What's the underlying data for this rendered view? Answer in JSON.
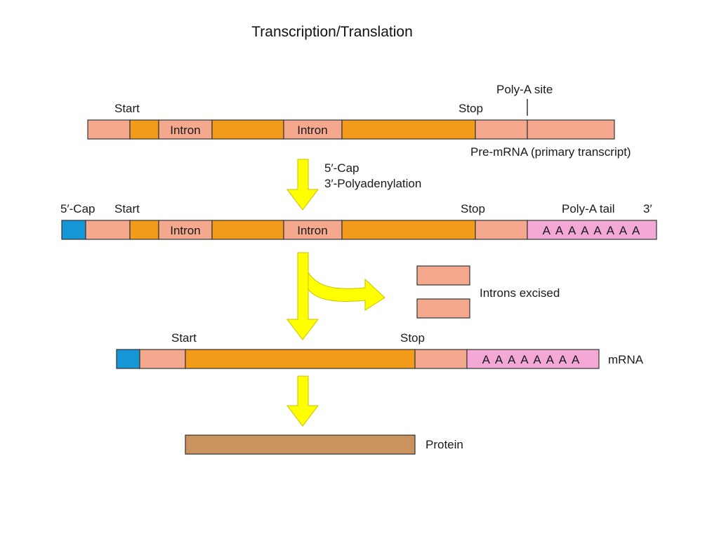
{
  "title": "Transcription/Translation",
  "colors": {
    "utr": "#f4a98f",
    "exon": "#f39c1b",
    "cap": "#1596d6",
    "poly_a": "#f3a8d6",
    "protein": "#c9925f",
    "arrow": "#ffff00",
    "outline": "#333333"
  },
  "pre_mrna": {
    "start": "Start",
    "stop": "Stop",
    "poly_a_site": "Poly-A site",
    "intron_1": "Intron",
    "intron_2": "Intron",
    "caption": "Pre-mRNA (primary transcript)"
  },
  "step1": {
    "line1": "5′-Cap",
    "line2": "3′-Polyadenylation"
  },
  "processed": {
    "cap": "5′-Cap",
    "start": "Start",
    "stop": "Stop",
    "poly_a_tail": "Poly-A tail",
    "three_prime": "3′",
    "intron_1": "Intron",
    "intron_2": "Intron",
    "tail_seq": "A A A A A A A A"
  },
  "excision": {
    "label": "Introns excised"
  },
  "mrna": {
    "start": "Start",
    "stop": "Stop",
    "tail_seq": "A A A A A A A A",
    "label": "mRNA"
  },
  "protein": {
    "label": "Protein"
  }
}
